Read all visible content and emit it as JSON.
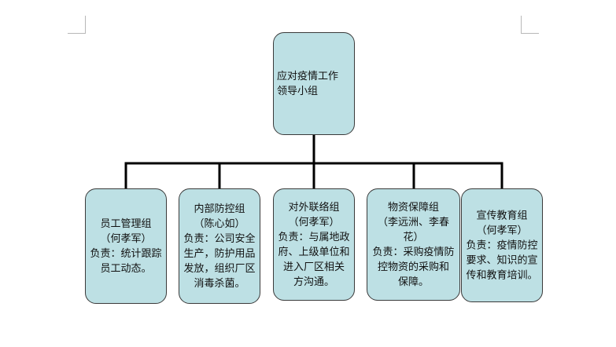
{
  "root": {
    "lines": [
      "应对疫情工作",
      "领导小组"
    ]
  },
  "groups": [
    {
      "title": "员工管理组",
      "lead": "（何孝军）",
      "duty": [
        "负责：统计跟踪",
        "员工动态。"
      ]
    },
    {
      "title": "内部防控组",
      "lead": "（陈心如）",
      "duty": [
        "负责：公司安全",
        "生产，防护用品",
        "发放，组织厂区",
        "消毒杀菌。"
      ]
    },
    {
      "title": "对外联络组",
      "lead": "（何孝军）",
      "duty": [
        "负责：与属地政",
        "府、上级单位和",
        "进入厂区相关",
        "方沟通。"
      ]
    },
    {
      "title": "物资保障组",
      "lead_lines": [
        "（李远洲、李春",
        "花）"
      ],
      "duty": [
        "负责：采购疫情防",
        "控物资的采购和",
        "保障。"
      ]
    },
    {
      "title": "宣传教育组",
      "lead": "（何孝军）",
      "duty": [
        "负责：疫情防控",
        "要求、知识的宣",
        "传和教育培训。"
      ]
    }
  ]
}
